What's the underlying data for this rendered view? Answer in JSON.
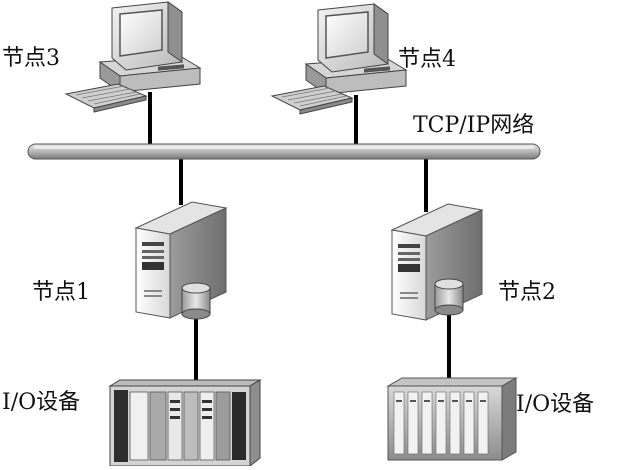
{
  "diagram": {
    "network_label": "TCP/IP网络",
    "nodes": {
      "node3": "节点3",
      "node4": "节点4",
      "node1": "节点1",
      "node2": "节点2"
    },
    "io_devices": {
      "left": "I/O设备",
      "right": "I/O设备"
    }
  }
}
